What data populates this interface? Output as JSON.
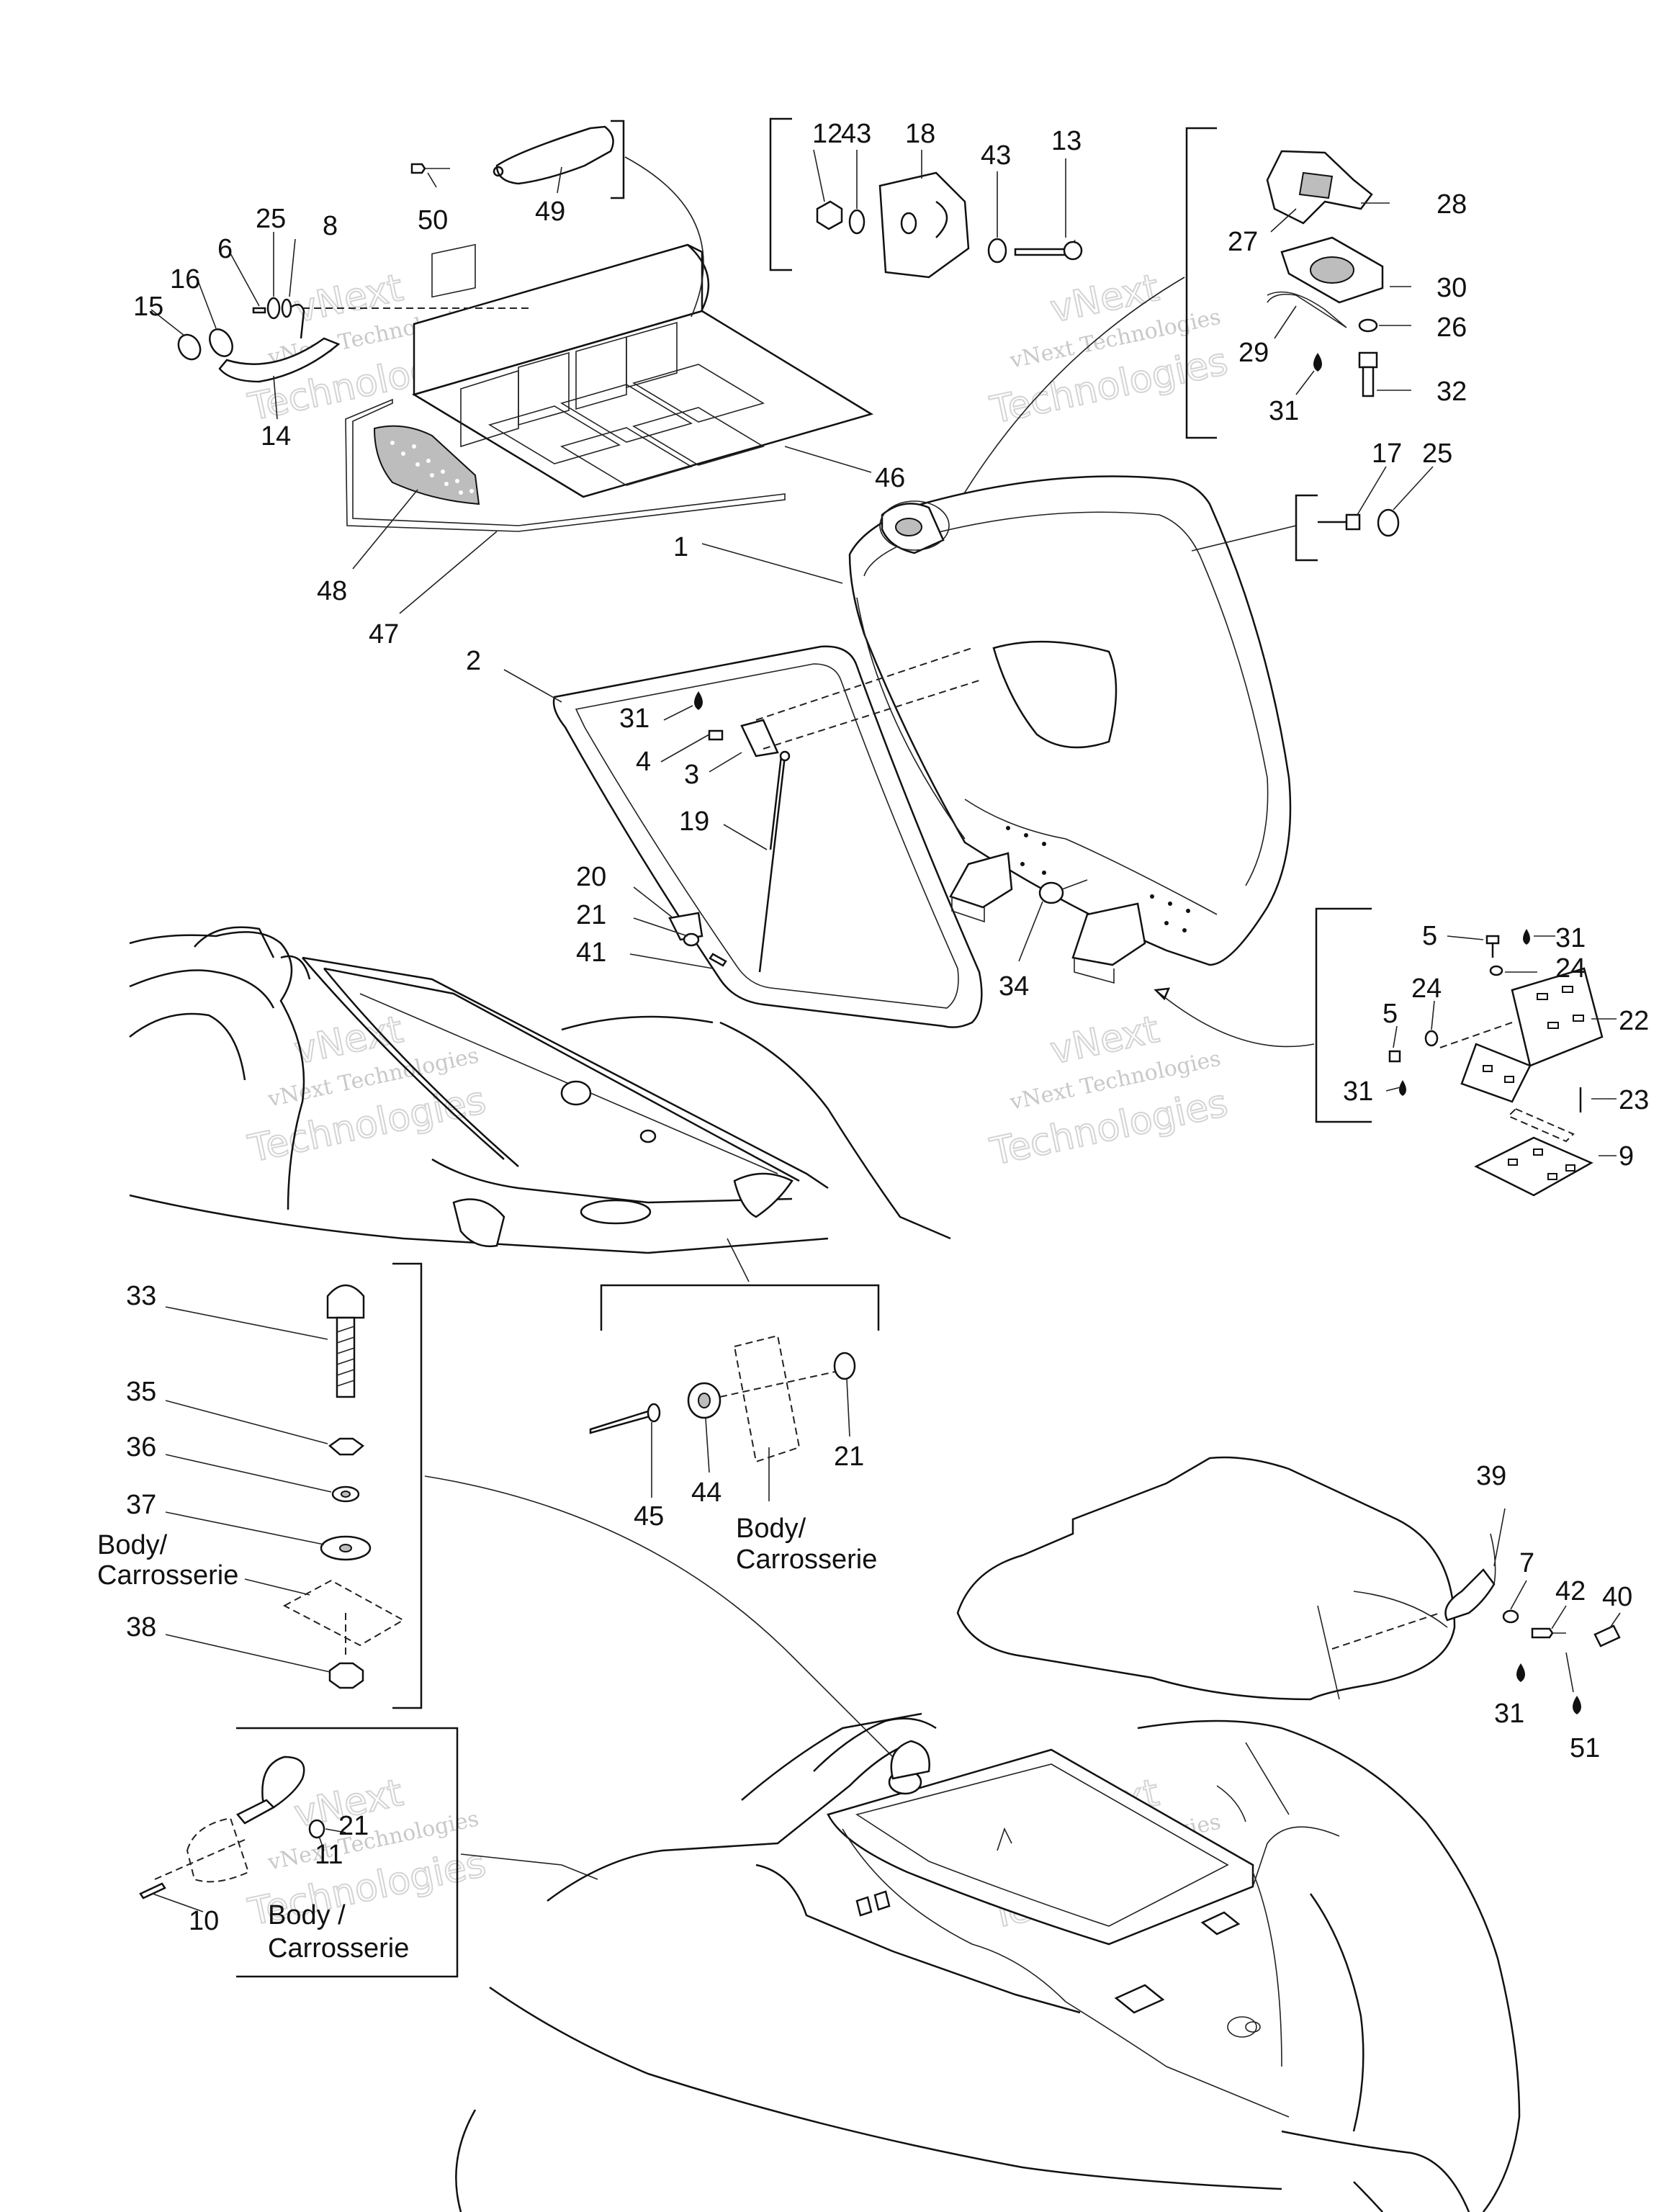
{
  "watermark": {
    "line1": "vNext Technologies",
    "line2": "Technologies",
    "line3": "vNext"
  },
  "labels": {
    "p1": "1",
    "p2": "2",
    "p3": "3",
    "p4": "4",
    "p5a": "5",
    "p5b": "5",
    "p6": "6",
    "p7": "7",
    "p8": "8",
    "p9": "9",
    "p10": "10",
    "p11": "11",
    "p12": "12",
    "p13": "13",
    "p14": "14",
    "p15": "15",
    "p16": "16",
    "p17": "17",
    "p18": "18",
    "p19": "19",
    "p20": "20",
    "p21a": "21",
    "p21b": "21",
    "p21c": "21",
    "p22": "22",
    "p23": "23",
    "p24a": "24",
    "p24b": "24",
    "p25a": "25",
    "p25b": "25",
    "p26": "26",
    "p27": "27",
    "p28": "28",
    "p29": "29",
    "p30": "30",
    "p31a": "31",
    "p31b": "31",
    "p31c": "31",
    "p31d": "31",
    "p31e": "31",
    "p32": "32",
    "p33": "33",
    "p34": "34",
    "p35": "35",
    "p36": "36",
    "p37": "37",
    "p38": "38",
    "p39": "39",
    "p40": "40",
    "p41": "41",
    "p42": "42",
    "p43a": "43",
    "p43b": "43",
    "p44": "44",
    "p45": "45",
    "p46": "46",
    "p47": "47",
    "p48": "48",
    "p49": "49",
    "p50": "50",
    "p51": "51"
  },
  "body_notes": {
    "a_line1": "Body/",
    "a_line2": "Carrosserie",
    "b_line1": "Body/",
    "b_line2": "Carrosserie",
    "c_line1": "Body /",
    "c_line2": "Carrosserie"
  }
}
